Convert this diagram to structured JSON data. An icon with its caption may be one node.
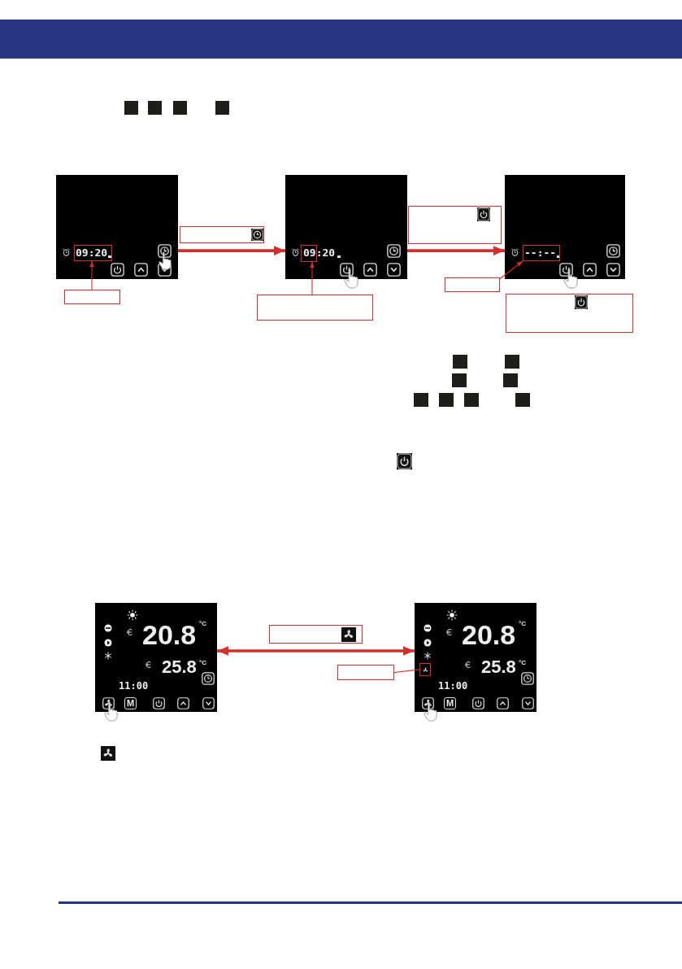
{
  "diagram": {
    "nodes": [
      {
        "text": [],
        "shape": "picture"
      },
      {
        "text": [],
        "shape": "box",
        "in": 0
      },
      {
        "text": [],
        "shape": "box"
      },
      {
        "text": [],
        "shape": "box"
      },
      {
        "text": [],
        "shape": "picture"
      },
      {
        "text": [],
        "shape": "box",
        "in": 4
      },
      {
        "text": [],
        "shape": "box"
      },
      {
        "text": [],
        "shape": "box"
      },
      {
        "text": [],
        "shape": "picture"
      },
      {
        "text": [],
        "shape": "box",
        "in": 8
      },
      {
        "text": [],
        "shape": "box"
      },
      {
        "text": [],
        "shape": "box"
      },
      {
        "text": [],
        "shape": "picture"
      },
      {
        "text": [],
        "shape": "box"
      },
      {
        "text": [],
        "shape": "picture"
      },
      {
        "text": [],
        "shape": "box",
        "in": 14
      },
      {
        "text": [],
        "shape": "box"
      }
    ],
    "edges": [
      {
        "from": 0,
        "to": 4,
        "arrow": "to",
        "style": "thick"
      },
      {
        "from": 2,
        "to": 1,
        "arrow": "to"
      },
      {
        "from": 4,
        "to": 8,
        "arrow": "to",
        "style": "thick"
      },
      {
        "from": 6,
        "to": 5,
        "arrow": "to"
      },
      {
        "from": 10,
        "to": 9,
        "arrow": "to"
      },
      {
        "from": 12,
        "to": 14,
        "arrow": "both",
        "style": "thick"
      },
      {
        "from": 16,
        "to": 15,
        "arrow": "none"
      }
    ],
    "labels": [
      "09:20",
      "09:20",
      "--:--",
      "20.8",
      "°C",
      "25.8",
      "°C",
      "11:00",
      "M",
      "20.8",
      "°C",
      "25.8",
      "°C",
      "11:00",
      "M"
    ]
  }
}
